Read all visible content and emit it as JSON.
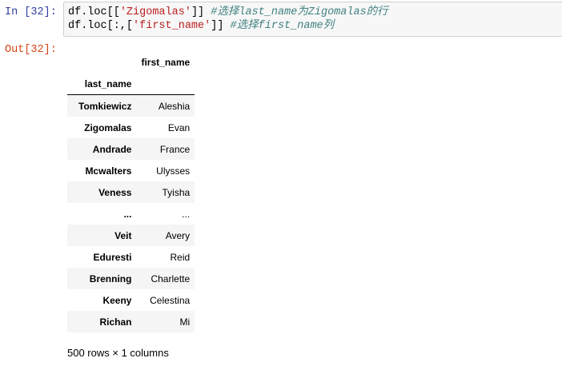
{
  "cell": {
    "in_prompt": "In [32]:",
    "out_prompt": "Out[32]:",
    "line1": {
      "pre": "df.loc[[",
      "str": "'Zigomalas'",
      "post": "]] ",
      "comment": "#选择last_name为Zigomalas的行"
    },
    "line2": {
      "pre": "df.loc[:,[",
      "str": "'first_name'",
      "post": "]] ",
      "comment": "#选择first_name列"
    }
  },
  "table": {
    "column": "first_name",
    "index_name": "last_name",
    "rows": [
      [
        "Tomkiewicz",
        "Aleshia"
      ],
      [
        "Zigomalas",
        "Evan"
      ],
      [
        "Andrade",
        "France"
      ],
      [
        "Mcwalters",
        "Ulysses"
      ],
      [
        "Veness",
        "Tyisha"
      ],
      [
        "...",
        "..."
      ],
      [
        "Veit",
        "Avery"
      ],
      [
        "Eduresti",
        "Reid"
      ],
      [
        "Brenning",
        "Charlette"
      ],
      [
        "Keeny",
        "Celestina"
      ],
      [
        "Richan",
        "Mi"
      ]
    ]
  },
  "summary": "500 rows × 1 columns"
}
